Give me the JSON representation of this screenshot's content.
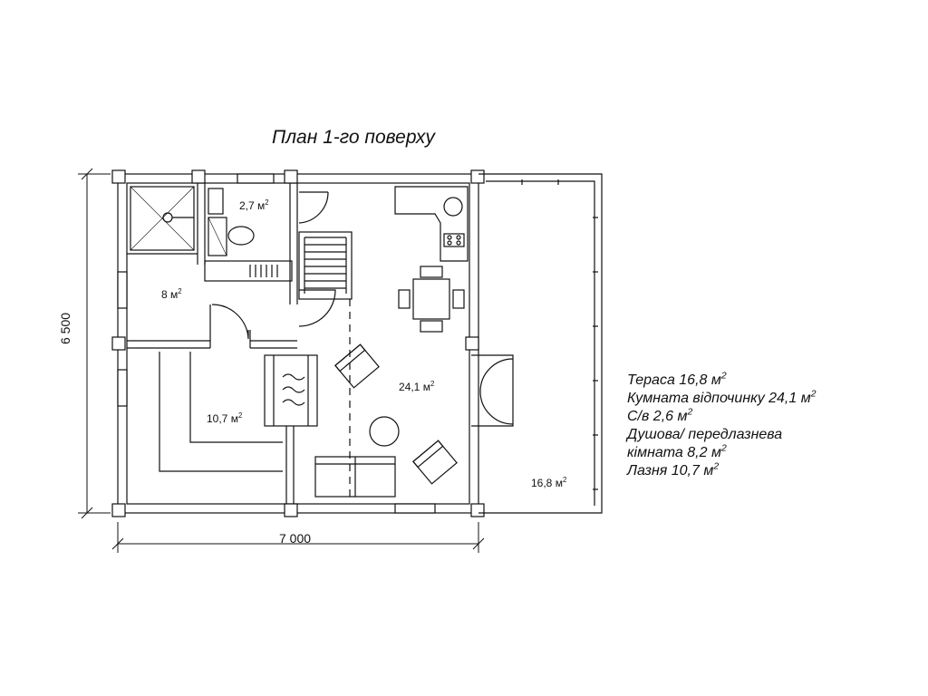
{
  "title": "План 1-го поверху",
  "areas": {
    "bathroom": "2,7 м",
    "shower_room": "8 м",
    "sauna": "10,7 м",
    "living_room": "24,1 м",
    "terrace": "16,8 м"
  },
  "area_unit_exponent": "2",
  "dimensions": {
    "width": "7 000",
    "height": "6 500"
  },
  "legend": [
    {
      "text": "Тераса 16,8 м",
      "sup": "2"
    },
    {
      "text": "Кумната відпочинку 24,1 м",
      "sup": "2"
    },
    {
      "text": "С/в 2,6 м",
      "sup": "2"
    },
    {
      "text": "Душова/ передлазнева",
      "sup": ""
    },
    {
      "text": "кімната 8,2 м",
      "sup": "2"
    },
    {
      "text": "Лазня 10,7 м",
      "sup": "2"
    }
  ]
}
